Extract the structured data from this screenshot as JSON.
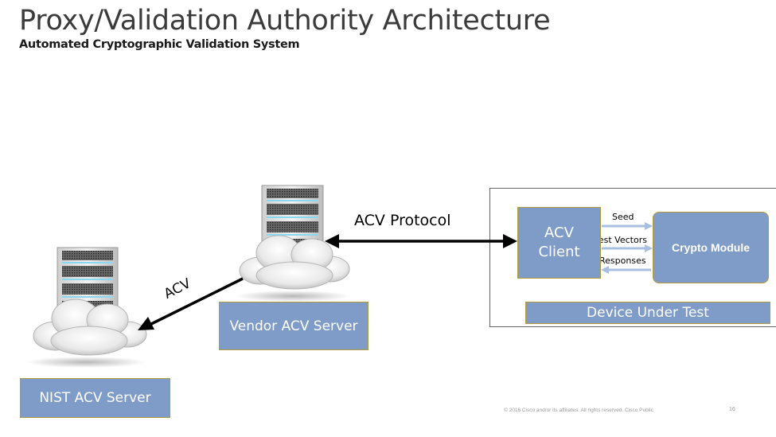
{
  "header": {
    "title": "Proxy/Validation Authority Architecture",
    "subtitle": "Automated Cryptographic Validation System"
  },
  "diagram": {
    "nist_server_label": "NIST ACV Server",
    "vendor_server_label": "Vendor ACV Server",
    "acv_protocol_label": "ACV Protocol",
    "acv_link_label": "ACV",
    "acv_client_line1": "ACV",
    "acv_client_line2": "Client",
    "crypto_module_label": "Crypto Module",
    "device_under_test_label": "Device Under Test",
    "seed_label": "Seed",
    "test_vectors_label": "Test Vectors",
    "responses_label": "Responses"
  },
  "footer": {
    "copyright": "© 2016  Cisco and/or its affiliates. All rights reserved.   Cisco Public",
    "page_number": "16"
  },
  "colors": {
    "box_fill": "#7f9cc8",
    "box_border": "#b49a38",
    "arrow_light": "#a9bfe0"
  },
  "icons": [
    "server-rack-icon",
    "cloud-icon"
  ]
}
